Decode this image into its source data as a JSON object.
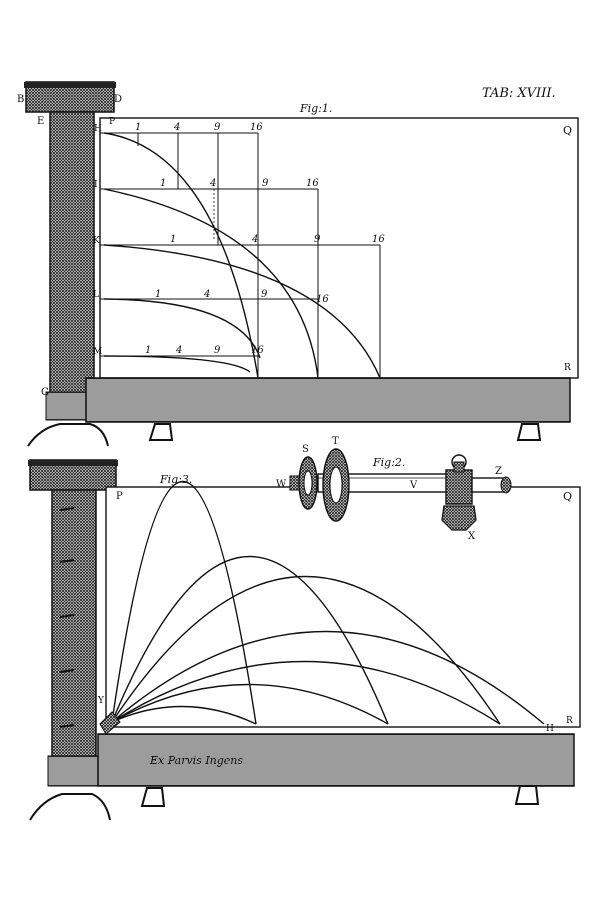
{
  "plate_title": "TAB: XVIII.",
  "fig1": {
    "caption": "Fig:1.",
    "letters": {
      "B": "B",
      "D": "D",
      "E": "E",
      "G": "G",
      "H": "H",
      "I": "I",
      "K": "K",
      "L": "L",
      "M": "M",
      "P": "P",
      "Q": "Q",
      "R": "R"
    },
    "tick_labels": [
      "1",
      "4",
      "9",
      "16"
    ]
  },
  "fig2": {
    "caption": "Fig:2.",
    "letters": {
      "S": "S",
      "T": "T",
      "V": "V",
      "W": "W",
      "X": "X",
      "Z": "Z"
    }
  },
  "fig3": {
    "caption": "Fig:3.",
    "letters": {
      "P": "P",
      "Q": "Q",
      "R": "R",
      "H": "H",
      "Y": "Y"
    },
    "base_inscription": "Ex Parvis Ingens"
  },
  "colors": {
    "ink": "#111111",
    "paper": "#ffffff"
  }
}
